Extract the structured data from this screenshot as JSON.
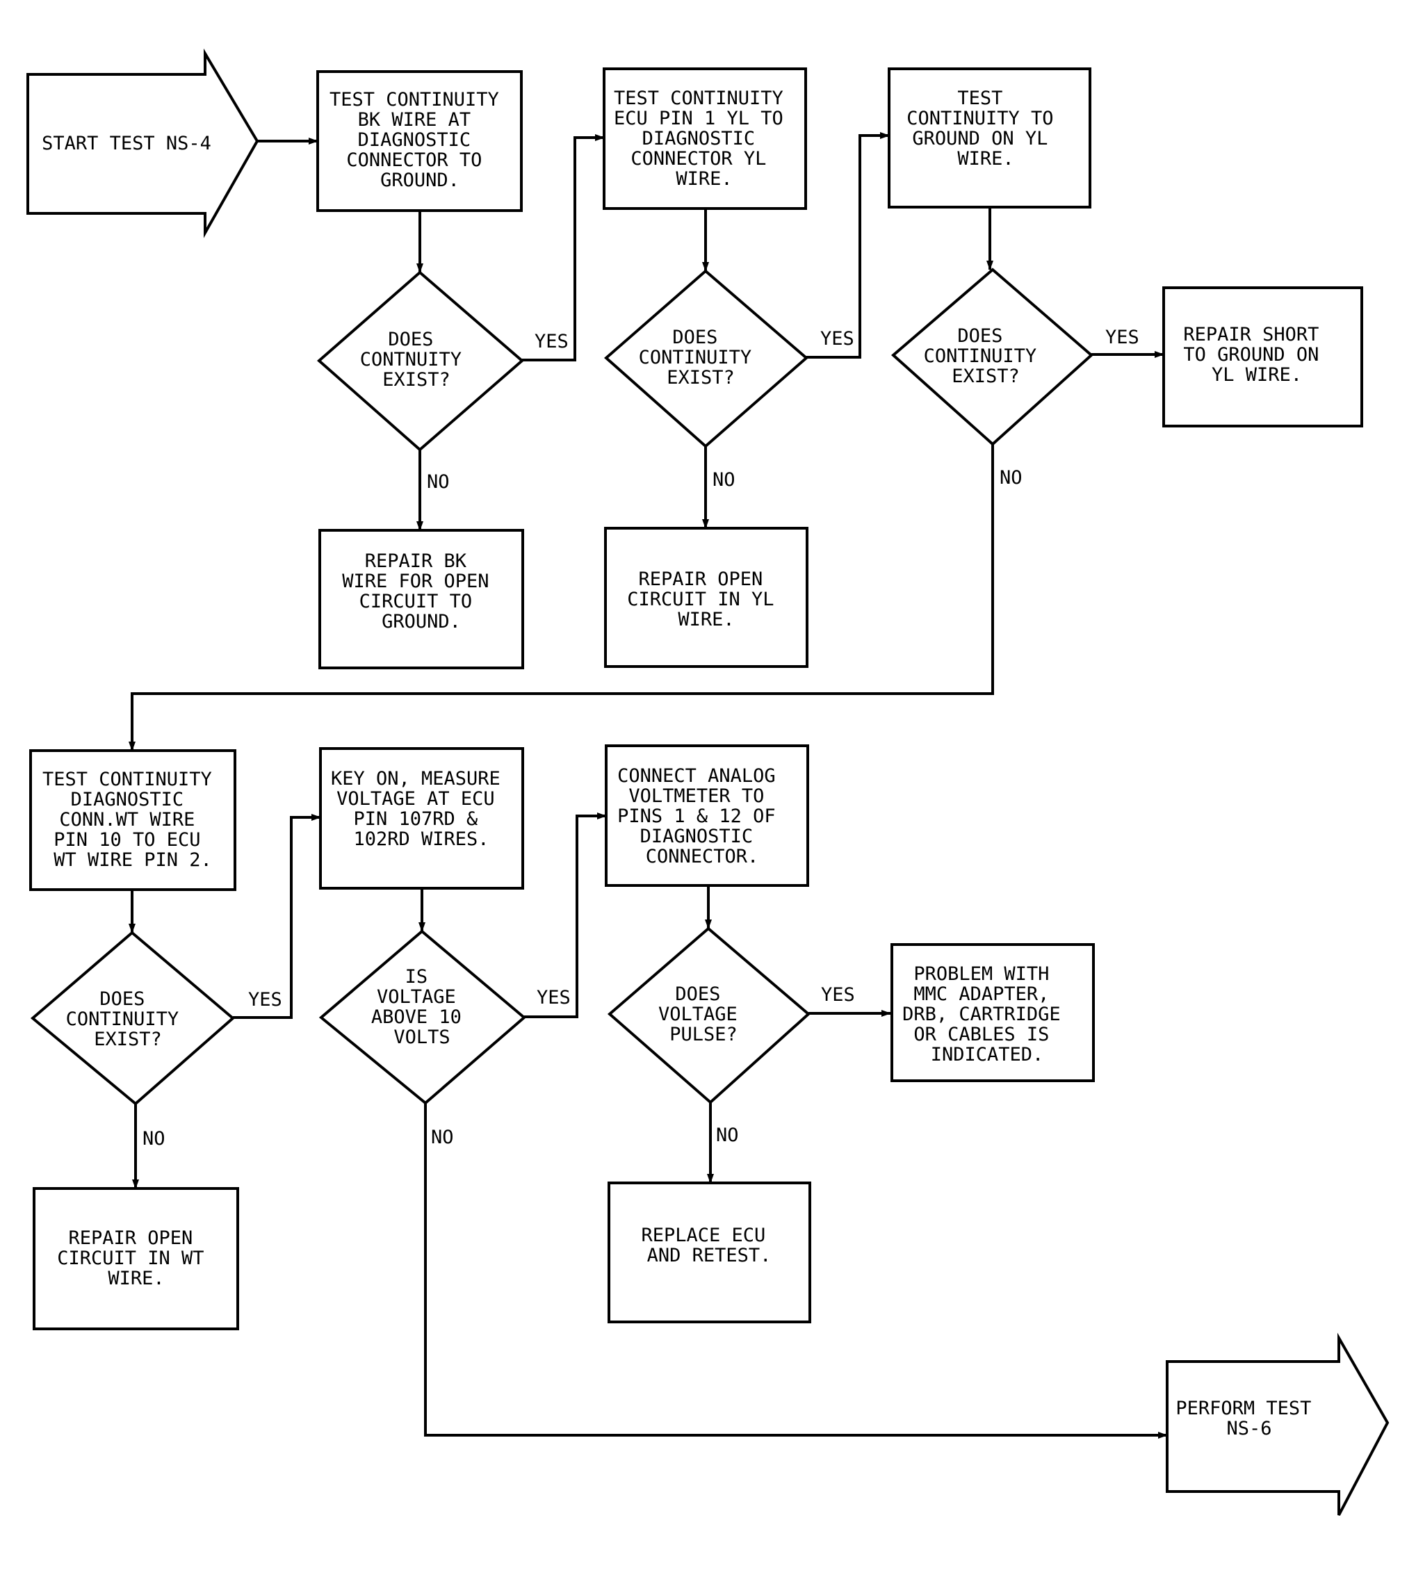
{
  "nodes": {
    "start": [
      "START TEST NS-4"
    ],
    "b1": [
      "TEST CONTINUITY",
      "BK WIRE AT",
      "DIAGNOSTIC",
      "CONNECTOR TO",
      "GROUND."
    ],
    "d1": [
      "DOES",
      "CONTNUITY",
      "EXIST?"
    ],
    "r1": [
      "REPAIR BK",
      "WIRE FOR OPEN",
      "CIRCUIT TO",
      "GROUND."
    ],
    "b2": [
      "TEST CONTINUITY",
      "ECU PIN 1 YL TO",
      "DIAGNOSTIC",
      "CONNECTOR YL",
      "WIRE."
    ],
    "d2": [
      "DOES",
      "CONTINUITY",
      "EXIST?"
    ],
    "r2": [
      "REPAIR OPEN",
      "CIRCUIT IN YL",
      "WIRE."
    ],
    "b3": [
      "TEST",
      "CONTINUITY TO",
      "GROUND ON YL",
      "WIRE."
    ],
    "d3": [
      "DOES",
      "CONTINUITY",
      "EXIST?"
    ],
    "r3": [
      "REPAIR SHORT",
      "TO GROUND ON",
      "YL WIRE."
    ],
    "b4": [
      "TEST CONTINUITY",
      "DIAGNOSTIC",
      "CONN.WT WIRE",
      "PIN 10 TO ECU",
      "WT WIRE PIN 2."
    ],
    "d4": [
      "DOES",
      "CONTINUITY",
      "EXIST?"
    ],
    "r4": [
      "REPAIR OPEN",
      "CIRCUIT IN WT",
      "WIRE."
    ],
    "b5": [
      "KEY ON, MEASURE",
      "VOLTAGE AT ECU",
      "PIN 107RD &",
      "102RD WIRES."
    ],
    "d5": [
      "IS",
      "VOLTAGE",
      "ABOVE 10",
      "VOLTS"
    ],
    "b6": [
      "CONNECT ANALOG",
      "VOLTMETER TO",
      "PINS 1 & 12 OF",
      "DIAGNOSTIC",
      "CONNECTOR."
    ],
    "d6": [
      "DOES",
      "VOLTAGE",
      "PULSE?"
    ],
    "r6": [
      "REPLACE ECU",
      "AND RETEST."
    ],
    "r7": [
      "PROBLEM WITH",
      "MMC ADAPTER,",
      "DRB, CARTRIDGE",
      "OR CABLES IS",
      "INDICATED."
    ],
    "end": [
      "PERFORM TEST",
      "NS-6"
    ]
  },
  "edge_labels": {
    "d1_yes": "YES",
    "d1_no": "NO",
    "d2_yes": "YES",
    "d2_no": "NO",
    "d3_yes": "YES",
    "d3_no": "NO",
    "d4_yes": "YES",
    "d4_no": "NO",
    "d5_yes": "YES",
    "d5_no": "NO",
    "d6_yes": "YES",
    "d6_no": "NO"
  }
}
